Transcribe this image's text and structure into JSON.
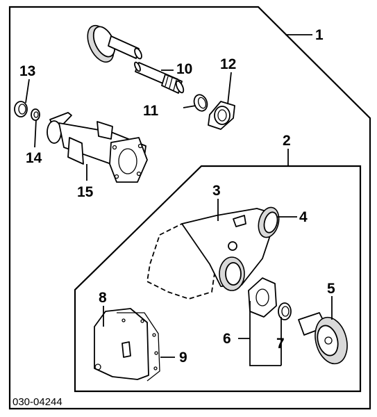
{
  "diagram": {
    "reference_code": "030-04244",
    "callouts": {
      "c1": "1",
      "c2": "2",
      "c3": "3",
      "c4": "4",
      "c5": "5",
      "c6": "6",
      "c7": "7",
      "c8": "8",
      "c9": "9",
      "c10": "10",
      "c11": "11",
      "c12": "12",
      "c13": "13",
      "c14": "14",
      "c15": "15"
    }
  }
}
